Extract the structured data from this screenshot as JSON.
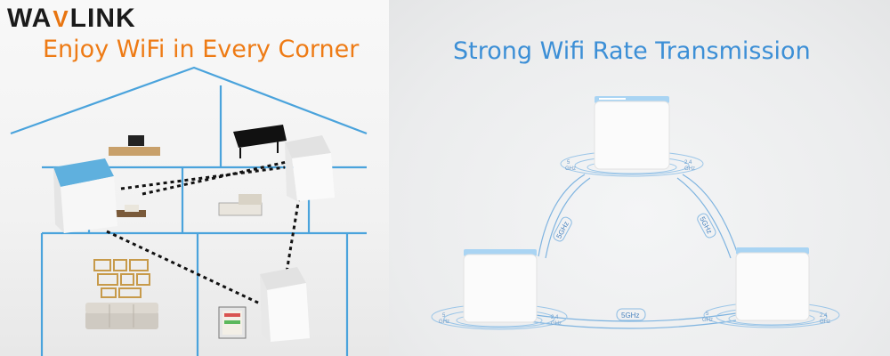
{
  "brand": {
    "logo_text_left": "WA",
    "logo_wave": "V",
    "logo_text_right": "LINK"
  },
  "left": {
    "title": "Enjoy WiFi in Every Corner"
  },
  "right": {
    "title": "Strong Wifi Rate Transmission",
    "node_top": {
      "left_freq": [
        "5",
        "GHz"
      ],
      "right_freq": [
        "2.4",
        "GHz"
      ]
    },
    "node_left": {
      "left_freq": [
        "5",
        "GHz"
      ],
      "right_freq": [
        "2.4",
        "GHz"
      ]
    },
    "node_right": {
      "left_freq": [
        "5",
        "GHz"
      ],
      "right_freq": [
        "2.4",
        "GHz"
      ]
    },
    "link_left": "5GHz",
    "link_right": "5GHz",
    "link_bottom": "5GHz"
  },
  "colors": {
    "orange": "#ee7b15",
    "blue": "#3c8fd6",
    "house_line": "#4aa3dc"
  }
}
